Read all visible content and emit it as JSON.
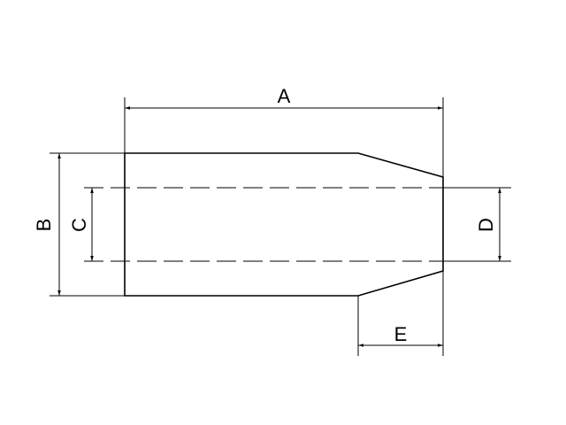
{
  "drawing": {
    "dimensions": {
      "a": "A",
      "b": "B",
      "c": "C",
      "d": "D",
      "e": "E"
    },
    "colors": {
      "line": "#000000",
      "background": "#ffffff"
    }
  }
}
